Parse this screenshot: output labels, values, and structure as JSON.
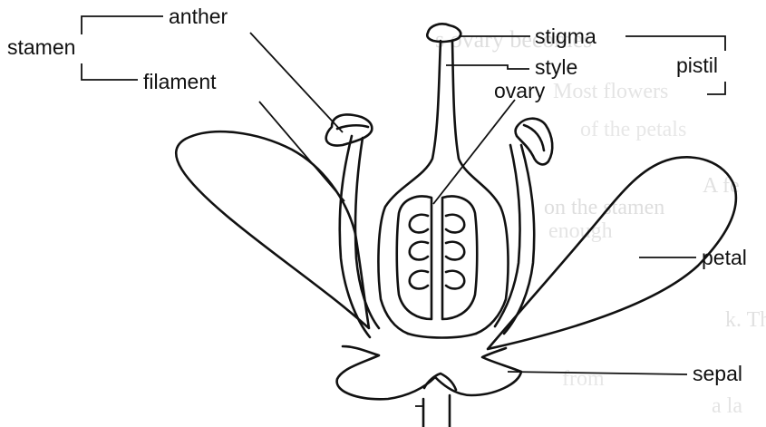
{
  "title": "",
  "labels": {
    "stamen": "stamen",
    "anther": "anther",
    "filament": "filament",
    "stigma": "stigma",
    "style": "style",
    "pistil": "pistil",
    "ovary": "ovary",
    "petal": "petal",
    "sepal": "sepal"
  },
  "background_text": {
    "line1": "s  ovary becomes",
    "line2": "Most flowers",
    "line3": "of the petals",
    "line4": "on the stamen",
    "line5": "enough",
    "line6": "A fe",
    "line7": "k. The",
    "line8": "from",
    "line9": "a la"
  },
  "colors": {
    "ink": "#111111",
    "show_through": "#c4c4c4",
    "paper": "#ffffff"
  }
}
